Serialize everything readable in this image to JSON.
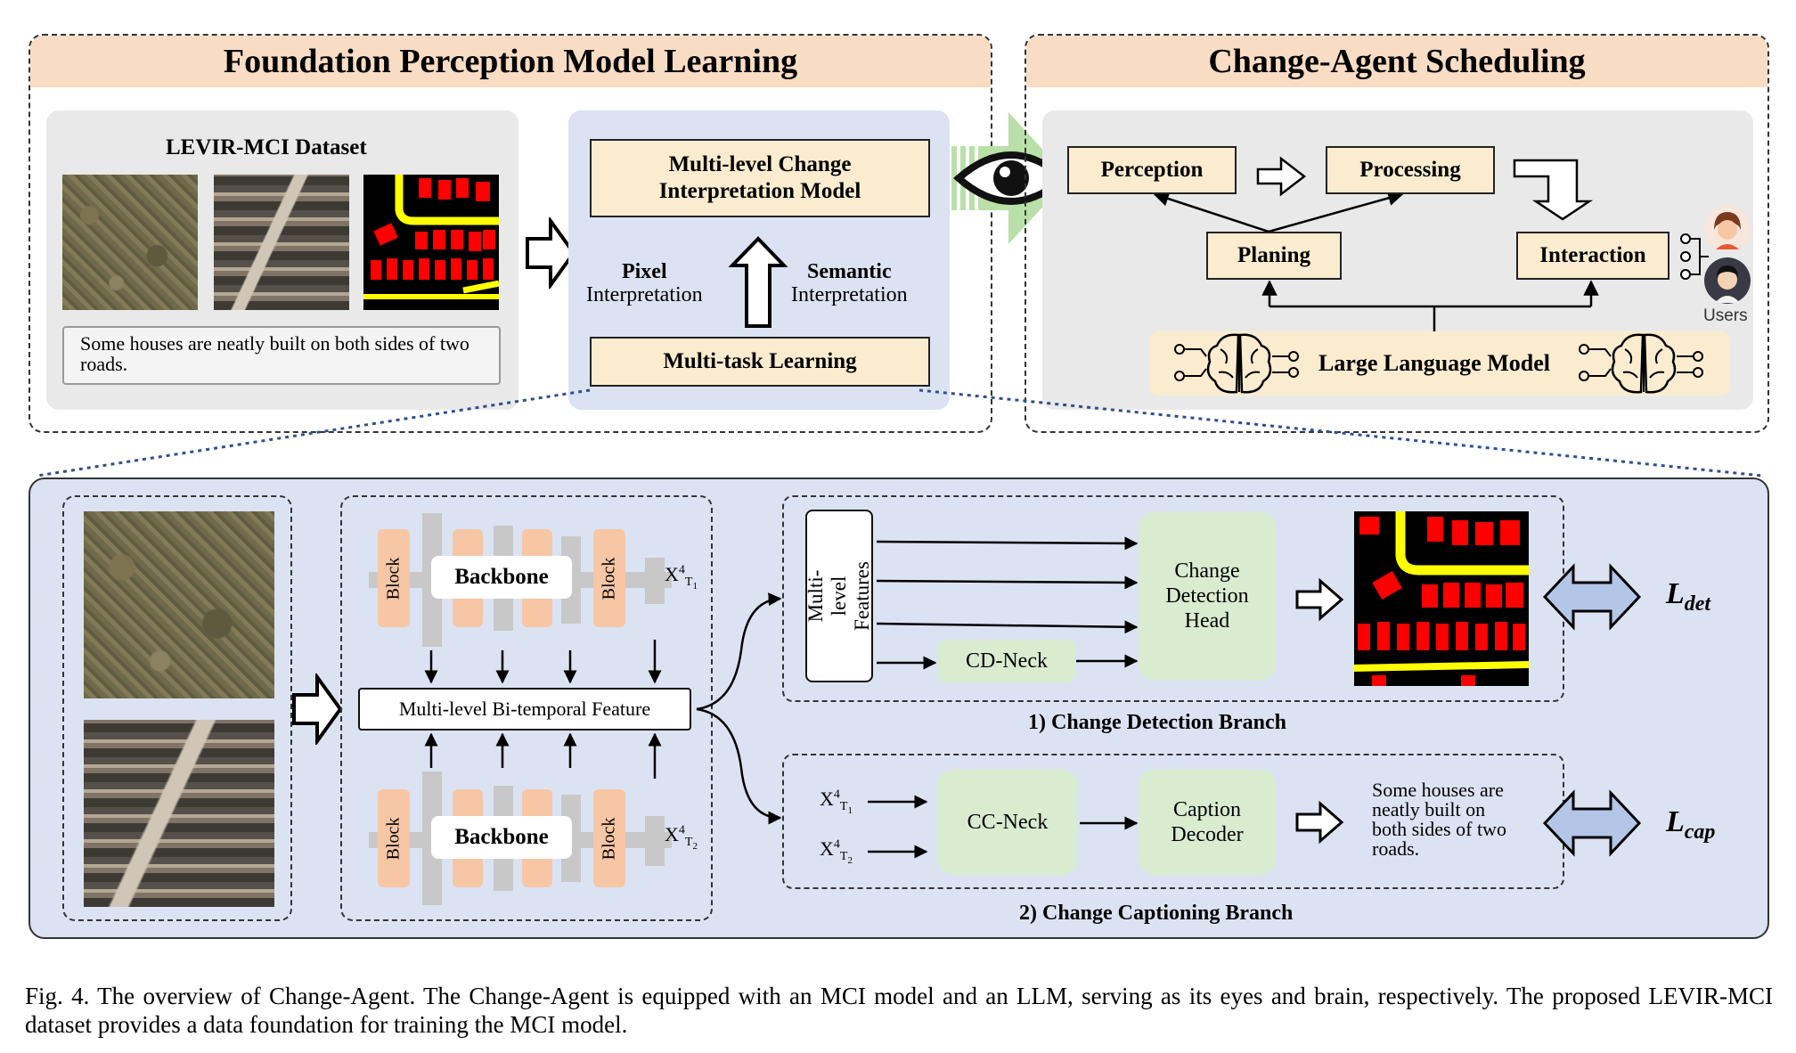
{
  "top_left": {
    "title": "Foundation Perception Model Learning",
    "dataset_label": "LEVIR-MCI Dataset",
    "caption_example": "Some houses are neatly built on both sides of two roads.",
    "mci_model": "Multi-level Change Interpretation Model",
    "pixel_bold": "Pixel",
    "pixel_sub": "Interpretation",
    "semantic_bold": "Semantic",
    "semantic_sub": "Interpretation",
    "multitask": "Multi-task Learning"
  },
  "top_right": {
    "title": "Change-Agent Scheduling",
    "perception": "Perception",
    "processing": "Processing",
    "planing": "Planing",
    "interaction": "Interaction",
    "users": "Users",
    "llm": "Large Language Model"
  },
  "bottom": {
    "block": "Block",
    "backbone": "Backbone",
    "x_t1": "X",
    "x_sup": "4",
    "x_sub1": "T",
    "x_subsub1": "1",
    "x_subsub2": "2",
    "bitemporal": "Multi-level Bi-temporal Feature",
    "multilevel_features": "Multi-level Features",
    "cd_head": "Change Detection Head",
    "cd_neck": "CD-Neck",
    "cd_branch": "1) Change Detection Branch",
    "cc_neck": "CC-Neck",
    "caption_decoder": "Caption Decoder",
    "caption_output": "Some houses are neatly built on both sides of two roads.",
    "cc_branch": "2) Change Captioning Branch",
    "loss_det_main": "L",
    "loss_det_sub": "det",
    "loss_cap_main": "L",
    "loss_cap_sub": "cap"
  },
  "figure_caption": "Fig. 4.  The overview of Change-Agent. The Change-Agent is equipped with an MCI model and an LLM, serving as its eyes and brain, respectively. The proposed LEVIR-MCI dataset provides a data foundation for training the MCI model.",
  "colors": {
    "header_peach": "#f9dcc4",
    "beige_box": "#fbeccf",
    "blue_panel": "#dbe3f3",
    "green_box": "#d9ecd0",
    "orange_block": "#f7c6a4",
    "arrow_blue": "#b4c6e7",
    "mask_red": "#ff0000",
    "mask_yellow": "#ffff00"
  }
}
